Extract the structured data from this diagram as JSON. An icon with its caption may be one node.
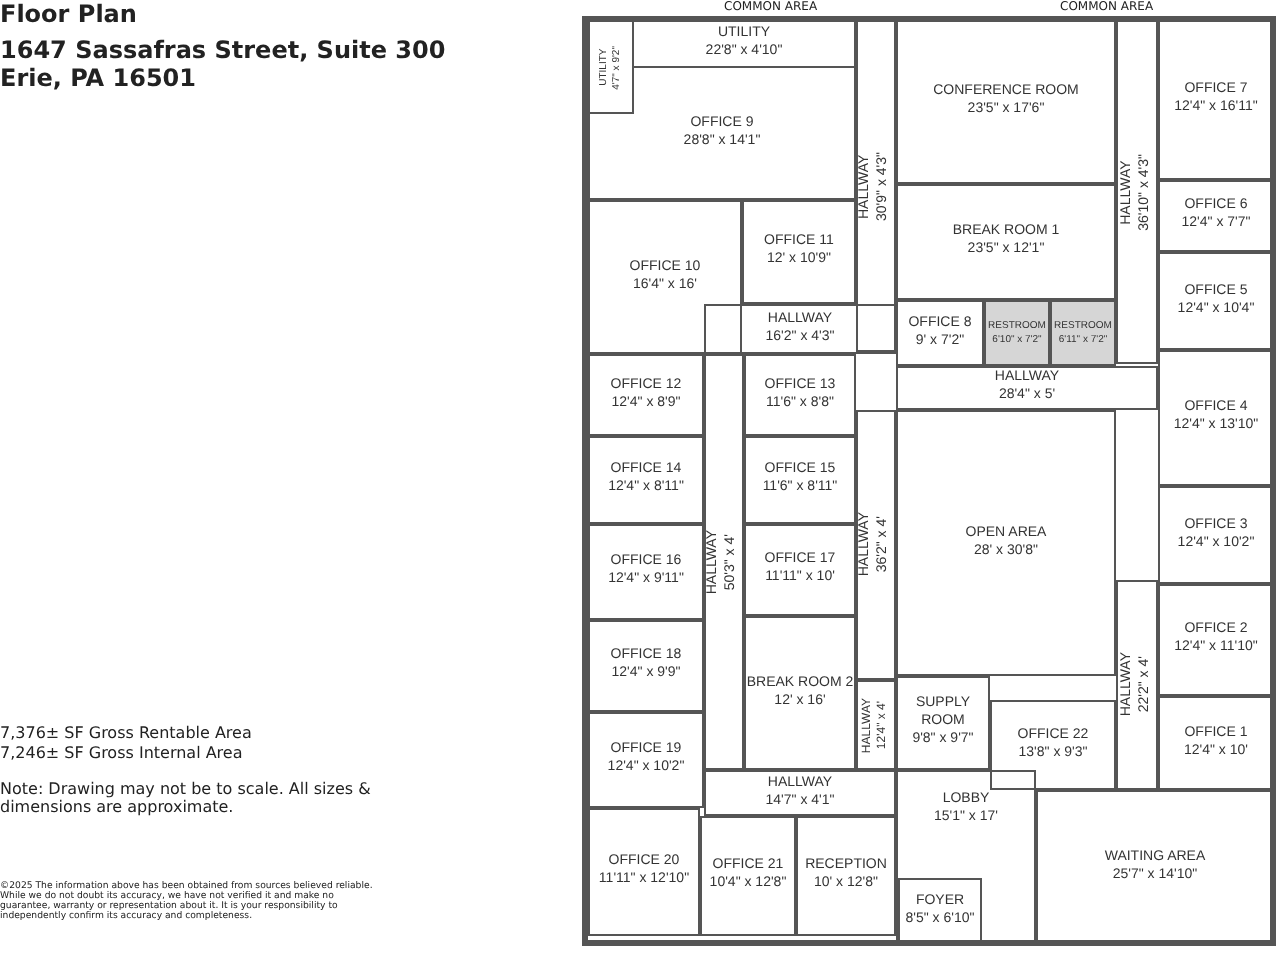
{
  "diagram": {
    "title": "Floor Plan",
    "nodes": [
      {
        "text": [
          "UTILITY",
          "4'7\" x 9'2\""
        ]
      },
      {
        "text": [
          "UTILITY",
          "22'8\" x 4'10\""
        ]
      },
      {
        "text": [
          "CONFERENCE ROOM",
          "23'5\" x 17'6\""
        ]
      },
      {
        "text": [
          "OFFICE 7",
          "12'4\" x 16'11\""
        ]
      },
      {
        "text": [
          "OFFICE 9",
          "28'8\" x 14'1\""
        ]
      },
      {
        "text": [
          "HALLWAY",
          "30'9\" x 4'3\""
        ]
      },
      {
        "text": [
          "HALLWAY",
          "36'10\" x 4'3\""
        ]
      },
      {
        "text": [
          "BREAK ROOM 1",
          "23'5\" x 12'1\""
        ]
      },
      {
        "text": [
          "OFFICE 6",
          "12'4\" x 7'7\""
        ]
      },
      {
        "text": [
          "OFFICE 10",
          "16'4\" x 16'"
        ]
      },
      {
        "text": [
          "OFFICE 11",
          "12' x 10'9\""
        ]
      },
      {
        "text": [
          "OFFICE 5",
          "12'4\" x 10'4\""
        ]
      },
      {
        "text": [
          "HALLWAY",
          "16'2\" x 4'3\""
        ]
      },
      {
        "text": [
          "OFFICE 8",
          "9' x 7'2\""
        ]
      },
      {
        "text": [
          "RESTROOM",
          "6'10\" x 7'2\""
        ]
      },
      {
        "text": [
          "RESTROOM",
          "6'11\" x 7'2\""
        ]
      },
      {
        "text": [
          "HALLWAY",
          "28'4\" x 5'"
        ]
      },
      {
        "text": [
          "OFFICE 4",
          "12'4\" x 13'10\""
        ]
      },
      {
        "text": [
          "OFFICE 12",
          "12'4\" x 8'9\""
        ]
      },
      {
        "text": [
          "OFFICE 13",
          "11'6\" x 8'8\""
        ]
      },
      {
        "text": [
          "OFFICE 14",
          "12'4\" x 8'11\""
        ]
      },
      {
        "text": [
          "OFFICE 15",
          "11'6\" x 8'11\""
        ]
      },
      {
        "text": [
          "OFFICE 3",
          "12'4\" x 10'2\""
        ]
      },
      {
        "text": [
          "OPEN AREA",
          "28' x 30'8\""
        ]
      },
      {
        "text": [
          "OFFICE 16",
          "12'4\" x 9'11\""
        ]
      },
      {
        "text": [
          "HALLWAY",
          "50'3\" x 4'"
        ]
      },
      {
        "text": [
          "OFFICE 17",
          "11'11\" x 10'"
        ]
      },
      {
        "text": [
          "HALLWAY",
          "36'2\" x 4'"
        ]
      },
      {
        "text": [
          "OFFICE 2",
          "12'4\" x 11'10\""
        ]
      },
      {
        "text": [
          "OFFICE 18",
          "12'4\" x 9'9\""
        ]
      },
      {
        "text": [
          "BREAK ROOM 2",
          "12' x 16'"
        ]
      },
      {
        "text": [
          "SUPPLY ROOM",
          "9'8\" x 9'7\""
        ]
      },
      {
        "text": [
          "HALLWAY",
          "12'4\" x 4'"
        ]
      },
      {
        "text": [
          "OFFICE 22",
          "13'8\" x 9'3\""
        ]
      },
      {
        "text": [
          "HALLWAY",
          "22'2\" x 4'"
        ]
      },
      {
        "text": [
          "OFFICE 1",
          "12'4\" x 10'"
        ]
      },
      {
        "text": [
          "OFFICE 19",
          "12'4\" x 10'2\""
        ]
      },
      {
        "text": [
          "HALLWAY",
          "14'7\" x 4'1\""
        ]
      },
      {
        "text": [
          "LOBBY",
          "15'1\" x 17'"
        ]
      },
      {
        "text": [
          "WAITING AREA",
          "25'7\" x 14'10\""
        ]
      },
      {
        "text": [
          "OFFICE 20",
          "11'11\" x 12'10\""
        ]
      },
      {
        "text": [
          "OFFICE 21",
          "10'4\" x 12'8\""
        ]
      },
      {
        "text": [
          "RECEPTION",
          "10' x 12'8\""
        ]
      },
      {
        "text": [
          "FOYER",
          "8'5\" x 6'10\""
        ],
        "in": 38
      }
    ],
    "labels": [
      "1647 Sassafras Street, Suite 300 Erie, PA 16501",
      "COMMON AREA",
      "COMMON AREA",
      "7,376± SF Gross Rentable Area",
      "7,246± SF Gross Internal Area",
      "Note: Drawing may not be to scale. All sizes & dimensions are approximate.",
      "©2025 The information above has been obtained from sources believed reliable. While we do not doubt its accuracy, we have not verified it and make no guarantee, warranty or representation about it. It is your responsibility to independently confirm its accuracy and completeness."
    ]
  }
}
